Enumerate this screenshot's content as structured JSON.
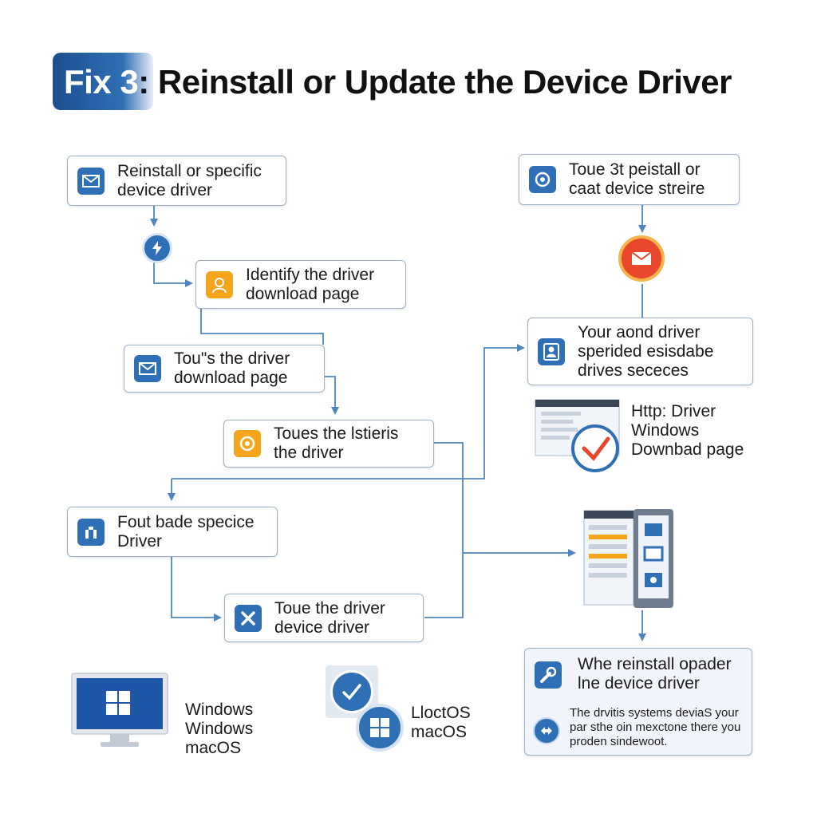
{
  "title": {
    "fix": "Fix 3",
    "rest": ": Reinstall or Update the Device Driver"
  },
  "steps": {
    "s1": {
      "line1": "Reinstall or specific",
      "line2": "device driver",
      "icon": "envelope-icon"
    },
    "s2": {
      "line1": "Identify the driver",
      "line2": "download page",
      "icon": "person-headset-icon"
    },
    "s3": {
      "line1": "Tou\"s the driver",
      "line2": "download page",
      "icon": "envelope-icon"
    },
    "s4": {
      "line1": "Toues the lstieris",
      "line2": "the driver",
      "icon": "refresh-icon"
    },
    "s5": {
      "line1": "Fout bade specice",
      "line2": "Driver",
      "icon": "hands-icon"
    },
    "s6": {
      "line1": "Toue the driver",
      "line2": "device driver",
      "icon": "wrench-icon"
    },
    "r1": {
      "line1": "Toue 3t peistall or",
      "line2": "caat device streire",
      "icon": "refresh-icon"
    },
    "r2": {
      "line1": "Your aond driver",
      "line2": "sperided esisdabe",
      "line3": "drives sececes",
      "icon": "user-icon"
    },
    "r3": {
      "line1": "Whe reinstall opader",
      "line2": "lne device driver",
      "icon": "tools-icon"
    }
  },
  "webpage_caption": {
    "line1": "Http: Driver",
    "line2": "Windows",
    "line3": "Downbad page"
  },
  "os_windows": {
    "line1": "Windows",
    "line2": "Windows",
    "line3": "macOS"
  },
  "os_mac": {
    "line1": "LloctOS",
    "line2": "macOS"
  },
  "note": {
    "line1": "The drvitis systems deviaS your",
    "line2": "par sthe oin mexctone there you",
    "line3": "proden sindewoot."
  },
  "colors": {
    "accent": "#2f6fb5",
    "border": "#9fb3c8",
    "orange": "#f4a51c",
    "alert": "#e8472b",
    "wire": "#4f86bd"
  }
}
